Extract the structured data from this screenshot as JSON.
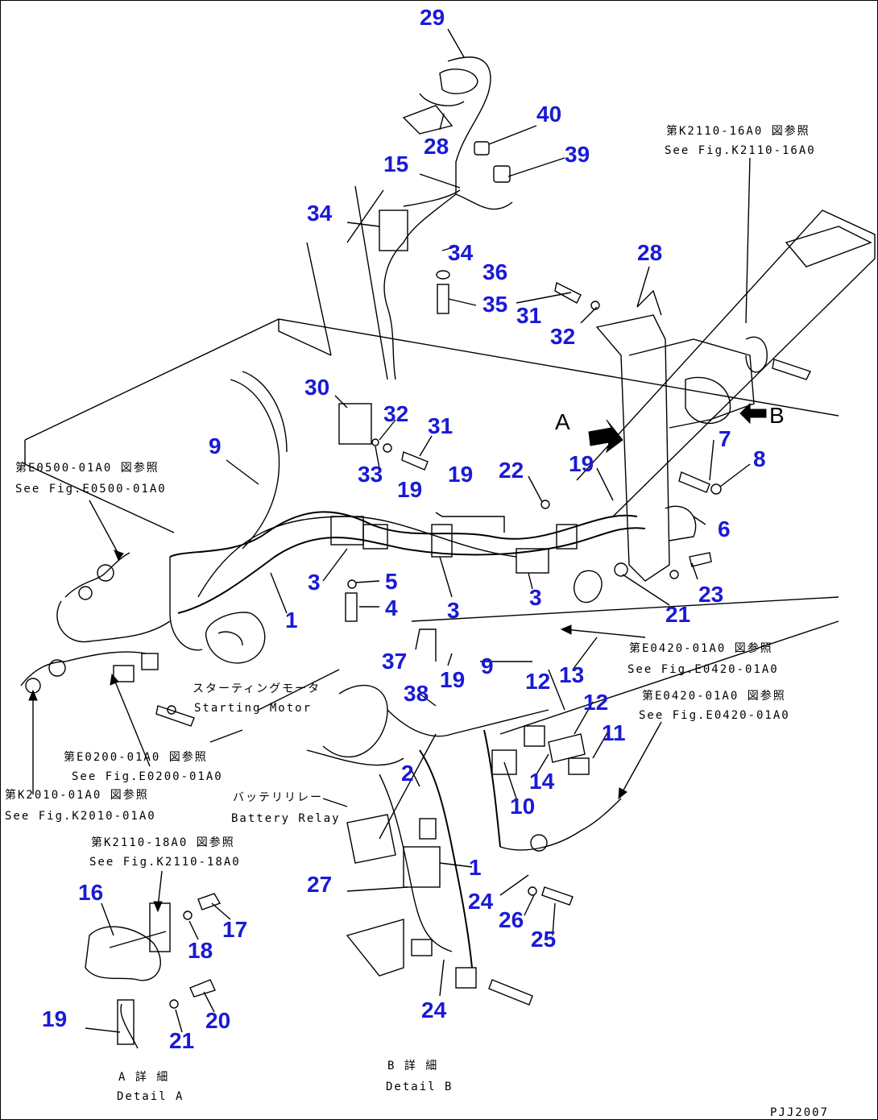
{
  "callouts": [
    {
      "id": "c29",
      "text": "29"
    },
    {
      "id": "c28a",
      "text": "28"
    },
    {
      "id": "c40",
      "text": "40"
    },
    {
      "id": "c15",
      "text": "15"
    },
    {
      "id": "c39",
      "text": "39"
    },
    {
      "id": "c34a",
      "text": "34"
    },
    {
      "id": "c34b",
      "text": "34"
    },
    {
      "id": "c36",
      "text": "36"
    },
    {
      "id": "c35",
      "text": "35"
    },
    {
      "id": "c31a",
      "text": "31"
    },
    {
      "id": "c32a",
      "text": "32"
    },
    {
      "id": "c28b",
      "text": "28"
    },
    {
      "id": "c30",
      "text": "30"
    },
    {
      "id": "c32b",
      "text": "32"
    },
    {
      "id": "c31b",
      "text": "31"
    },
    {
      "id": "c33",
      "text": "33"
    },
    {
      "id": "c19a",
      "text": "19"
    },
    {
      "id": "c19b",
      "text": "19"
    },
    {
      "id": "c22",
      "text": "22"
    },
    {
      "id": "c19c",
      "text": "19"
    },
    {
      "id": "c7",
      "text": "7"
    },
    {
      "id": "c8",
      "text": "8"
    },
    {
      "id": "c6",
      "text": "6"
    },
    {
      "id": "c9a",
      "text": "9"
    },
    {
      "id": "c3a",
      "text": "3"
    },
    {
      "id": "c5",
      "text": "5"
    },
    {
      "id": "c4",
      "text": "4"
    },
    {
      "id": "c3b",
      "text": "3"
    },
    {
      "id": "c3c",
      "text": "3"
    },
    {
      "id": "c1a",
      "text": "1"
    },
    {
      "id": "c23",
      "text": "23"
    },
    {
      "id": "c21a",
      "text": "21"
    },
    {
      "id": "c37",
      "text": "37"
    },
    {
      "id": "c19d",
      "text": "19"
    },
    {
      "id": "c9b",
      "text": "9"
    },
    {
      "id": "c12a",
      "text": "12"
    },
    {
      "id": "c13",
      "text": "13"
    },
    {
      "id": "c38",
      "text": "38"
    },
    {
      "id": "c12b",
      "text": "12"
    },
    {
      "id": "c11",
      "text": "11"
    },
    {
      "id": "c14",
      "text": "14"
    },
    {
      "id": "c2",
      "text": "2"
    },
    {
      "id": "c10",
      "text": "10"
    },
    {
      "id": "c1b",
      "text": "1"
    },
    {
      "id": "c27",
      "text": "27"
    },
    {
      "id": "c24a",
      "text": "24"
    },
    {
      "id": "c26",
      "text": "26"
    },
    {
      "id": "c25",
      "text": "25"
    },
    {
      "id": "c24b",
      "text": "24"
    },
    {
      "id": "c16",
      "text": "16"
    },
    {
      "id": "c17",
      "text": "17"
    },
    {
      "id": "c18",
      "text": "18"
    },
    {
      "id": "c19e",
      "text": "19"
    },
    {
      "id": "c20",
      "text": "20"
    },
    {
      "id": "c21b",
      "text": "21"
    }
  ],
  "notes": {
    "ref_k2110_top_jp": "第K2110-16A0 図参照",
    "ref_k2110_top_en": "See Fig.K2110-16A0",
    "ref_e0500_jp": "第E0500-01A0 図参照",
    "ref_e0500_en": "See Fig.E0500-01A0",
    "ref_e0420_a_jp": "第E0420-01A0 図参照",
    "ref_e0420_a_en": "See Fig.E0420-01A0",
    "ref_e0420_b_jp": "第E0420-01A0 図参照",
    "ref_e0420_b_en": "See Fig.E0420-01A0",
    "starting_motor_jp": "スターティングモータ",
    "starting_motor_en": "Starting Motor",
    "ref_e0200_jp": "第E0200-01A0 図参照",
    "ref_e0200_en": "See Fig.E0200-01A0",
    "ref_k2010_jp": "第K2010-01A0 図参照",
    "ref_k2010_en": "See Fig.K2010-01A0",
    "battery_relay_jp": "バッテリリレー",
    "battery_relay_en": "Battery Relay",
    "ref_k2110_18_jp": "第K2110-18A0 図参照",
    "ref_k2110_18_en": "See Fig.K2110-18A0",
    "view_a": "A",
    "view_b": "B",
    "detail_a_jp": "A 詳 細",
    "detail_a_en": "Detail A",
    "detail_b_jp": "B 詳 細",
    "detail_b_en": "Detail B",
    "drawing_code": "PJJ2007"
  }
}
